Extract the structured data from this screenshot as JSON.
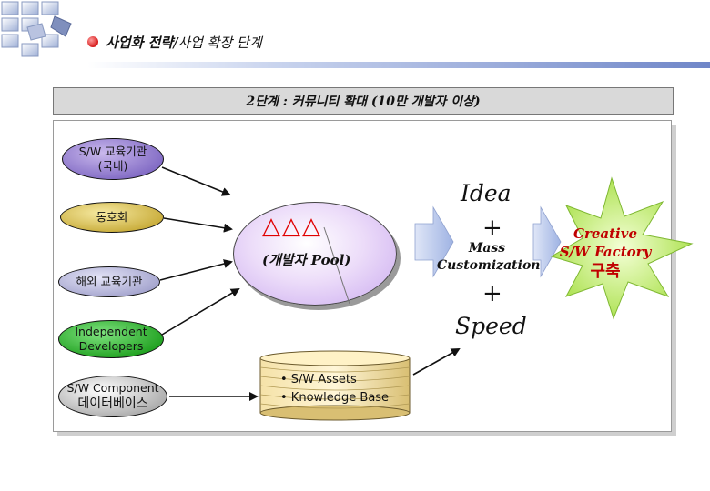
{
  "header": {
    "title_strong": "사업화 전략",
    "title_rest": "/사업 확장 단계"
  },
  "stage": {
    "title": "2단계 : 커뮤니티 확대 (10만 개발자 이상)"
  },
  "sources": {
    "edu_domestic": {
      "line1": "S/W 교육기관",
      "line2": "(국내)"
    },
    "club": {
      "label": "동호회"
    },
    "edu_abroad": {
      "label": "해외 교육기관"
    },
    "independent": {
      "line1": "Independent",
      "line2": "Developers"
    },
    "component_db": {
      "line1": "S/W Component",
      "line2": "데이터베이스"
    }
  },
  "pool": {
    "symbols": "△△△",
    "label": "(개발자 Pool)"
  },
  "database": {
    "item1": "• S/W Assets",
    "item2": "• Knowledge Base"
  },
  "value": {
    "idea": "Idea",
    "plus": "+",
    "mass_line1": "Mass",
    "mass_line2": "Customization",
    "speed": "Speed"
  },
  "result": {
    "line1": "Creative",
    "line2": "S/W Factory",
    "line3": "구축"
  },
  "colors": {
    "accent_red": "#c00000",
    "burst_green": "#c6f07a",
    "arrow_blue": "#b7c6ea",
    "pool_purple": "#c9a9ef"
  }
}
